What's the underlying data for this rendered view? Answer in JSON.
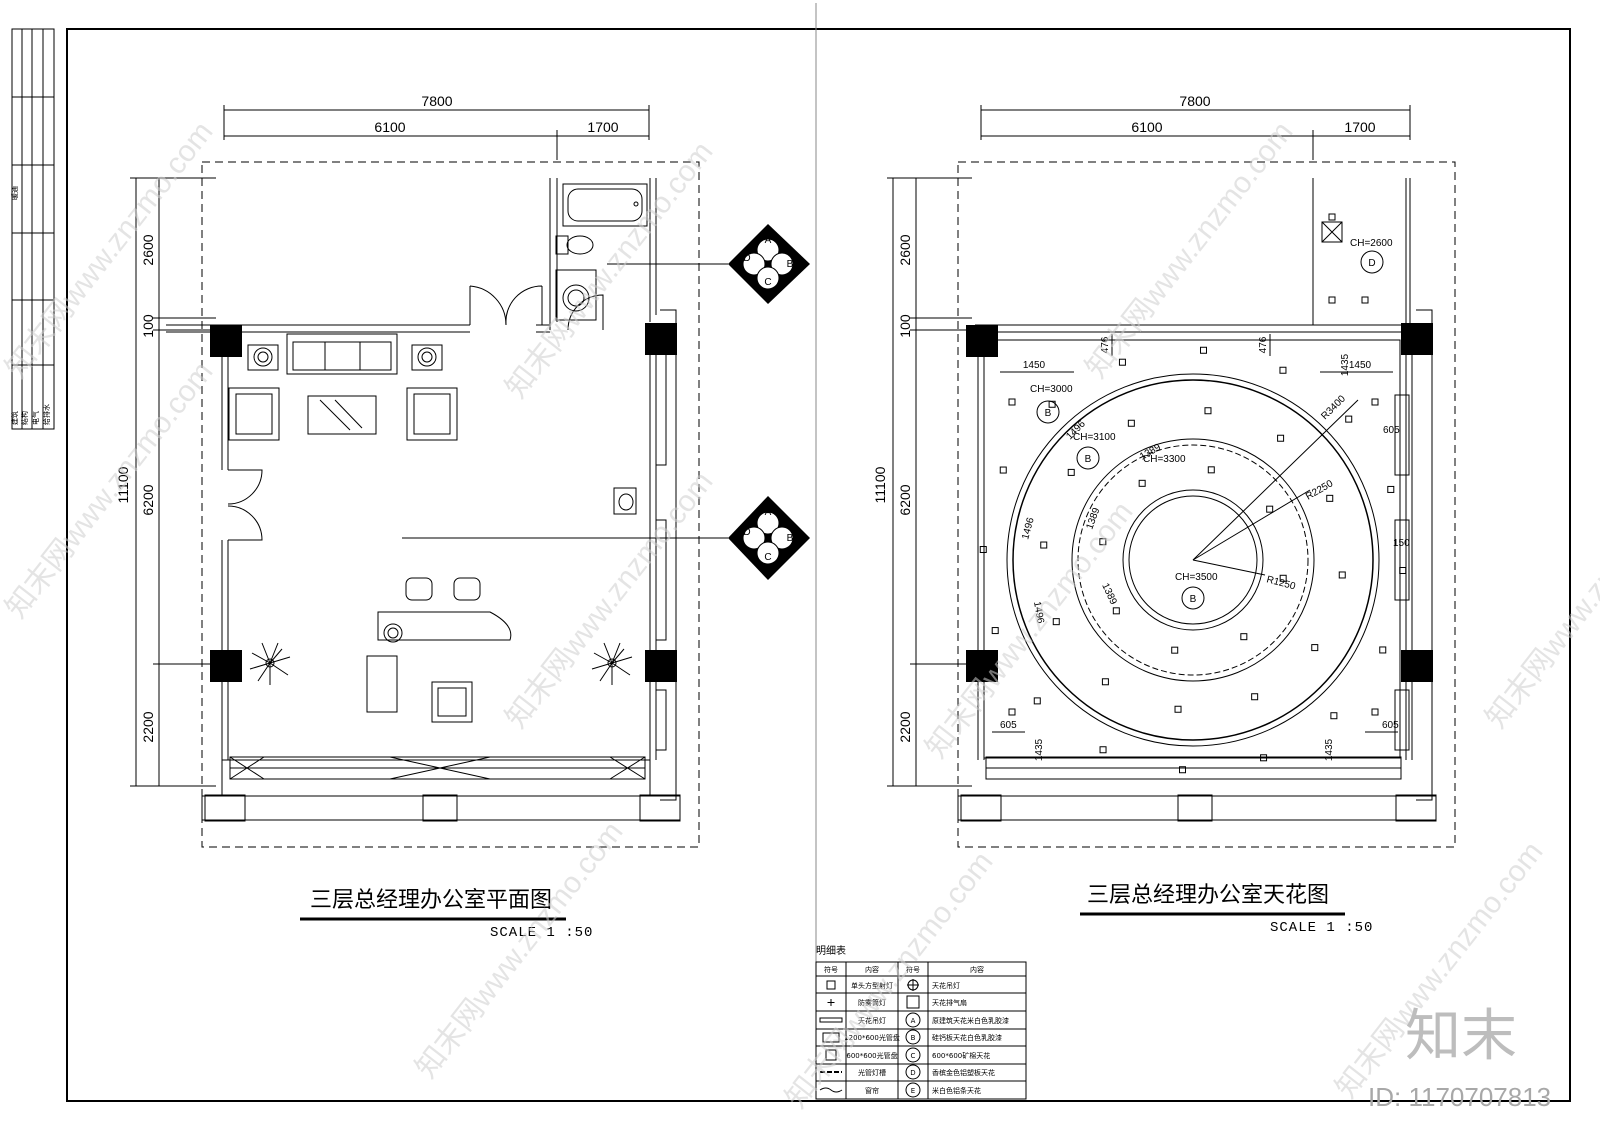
{
  "side_strip": {
    "top_label": "暖通",
    "labels": [
      "建筑",
      "结构",
      "电气",
      "给排水"
    ]
  },
  "plan": {
    "dim_total": "7800",
    "dim_left": "6100",
    "dim_right": "1700",
    "dim_v_total": "11100",
    "dim_v_1": "2600",
    "dim_v_2": "100",
    "dim_v_3": "6200",
    "dim_v_4": "2200",
    "elevation_tags": [
      "A",
      "B",
      "C",
      "D"
    ],
    "title": "三层总经理办公室平面图",
    "scale": "SCALE 1 :50"
  },
  "ceiling": {
    "dim_total": "7800",
    "dim_left": "6100",
    "dim_right": "1700",
    "dim_v_total": "11100",
    "dim_v_1": "2600",
    "dim_v_2": "100",
    "dim_v_3": "6200",
    "dim_v_4": "2200",
    "ch_bath": "CH=2600",
    "ch_1": "CH=3000",
    "ch_2": "CH=3100",
    "ch_3": "CH=3300",
    "ch_4": "CH=3500",
    "tag_b": "B",
    "tag_d": "D",
    "r1": "R3400",
    "r2": "R2250",
    "r3": "R1250",
    "d476": "476",
    "d1450": "1450",
    "d1435": "1435",
    "d605": "605",
    "d150": "150",
    "d1496": "1496",
    "d1389": "1389",
    "title": "三层总经理办公室天花图",
    "scale": "SCALE 1 :50"
  },
  "legend": {
    "title": "明细表",
    "headers": [
      "符号",
      "内容",
      "符号",
      "内容"
    ],
    "rows": [
      [
        "单头方型射灯",
        "天花吊灯"
      ],
      [
        "防雾筒灯",
        "天花排气扇"
      ],
      [
        "天花吊灯",
        "原建筑天花米白色乳胶漆"
      ],
      [
        "1200*600光管盘",
        "硅钙板天花白色乳胶漆"
      ],
      [
        "600*600光管盘",
        "600*600矿棉天花"
      ],
      [
        "光管灯槽",
        "香槟金色铝塑板天花"
      ],
      [
        "窗帘",
        "米白色铝条天花"
      ]
    ],
    "tags": [
      "A",
      "B",
      "C",
      "D",
      "E"
    ]
  },
  "watermark": {
    "text": "知末网www.znzmo.com",
    "logo": "知末",
    "id": "ID: 1170707813"
  }
}
